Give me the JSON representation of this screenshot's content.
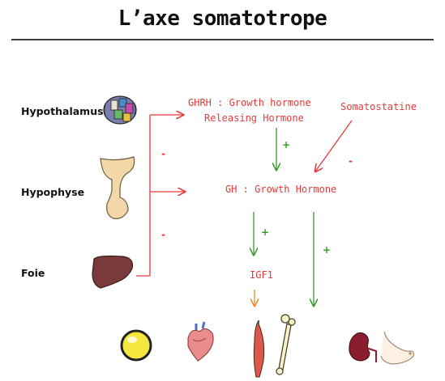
{
  "title": "L’axe somatotrope",
  "organs": {
    "hypothalamus": "Hypothalamus",
    "hypophyse": "Hypophyse",
    "foie": "Foie"
  },
  "nodes": {
    "ghrh_line1": "GHRH : Growth hormone",
    "ghrh_line2": "Releasing Hormone",
    "somatostatine": "Somatostatine",
    "gh": "GH : Growth Hormone",
    "igf1": "IGF1"
  },
  "signs": {
    "minus": "-",
    "plus": "+"
  },
  "icons": [
    "brain-icon",
    "pituitary-icon",
    "liver-icon",
    "adipocyte-icon",
    "heart-icon",
    "muscle-icon",
    "bone-icon",
    "kidney-icon",
    "breast-icon"
  ],
  "colors": {
    "stimulation": "#3a9a2a",
    "inhibition": "#e63a3a",
    "igf1_arrow": "#f08a2a"
  }
}
